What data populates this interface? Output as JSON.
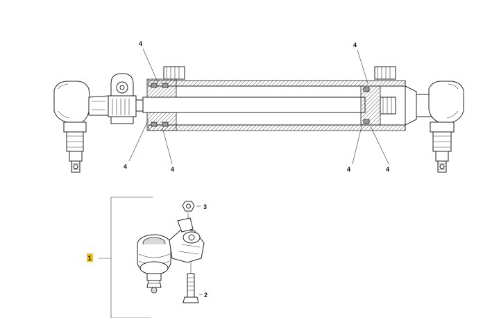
{
  "diagram": {
    "callouts_top": [
      "4",
      "4"
    ],
    "callouts_bottom": [
      "4",
      "4",
      "4",
      "4"
    ],
    "callouts_parts": [
      "3",
      "2"
    ],
    "highlighted_item": "1",
    "highlight_color": "#f5c400"
  }
}
